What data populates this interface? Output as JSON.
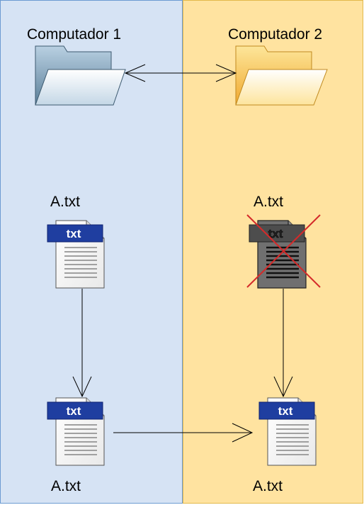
{
  "lanes": {
    "left": {
      "title": "Computador 1"
    },
    "right": {
      "title": "Computador 2"
    }
  },
  "files": {
    "left_top": {
      "name": "A.txt",
      "badge": "txt",
      "state": "normal"
    },
    "right_top": {
      "name": "A.txt",
      "badge": "txt",
      "state": "deleted"
    },
    "left_bottom": {
      "name": "A.txt",
      "badge": "txt",
      "state": "normal"
    },
    "right_bottom": {
      "name": "A.txt",
      "badge": "txt",
      "state": "normal"
    }
  },
  "icons": {
    "left_folder": "folder-icon",
    "right_folder": "folder-icon",
    "deleted_mark": "red-x-icon"
  },
  "colors": {
    "left_lane": "#d6e3f4",
    "right_lane": "#ffe3a0",
    "badge": "#1f3ea0",
    "delete_cross": "#d42a2a"
  }
}
